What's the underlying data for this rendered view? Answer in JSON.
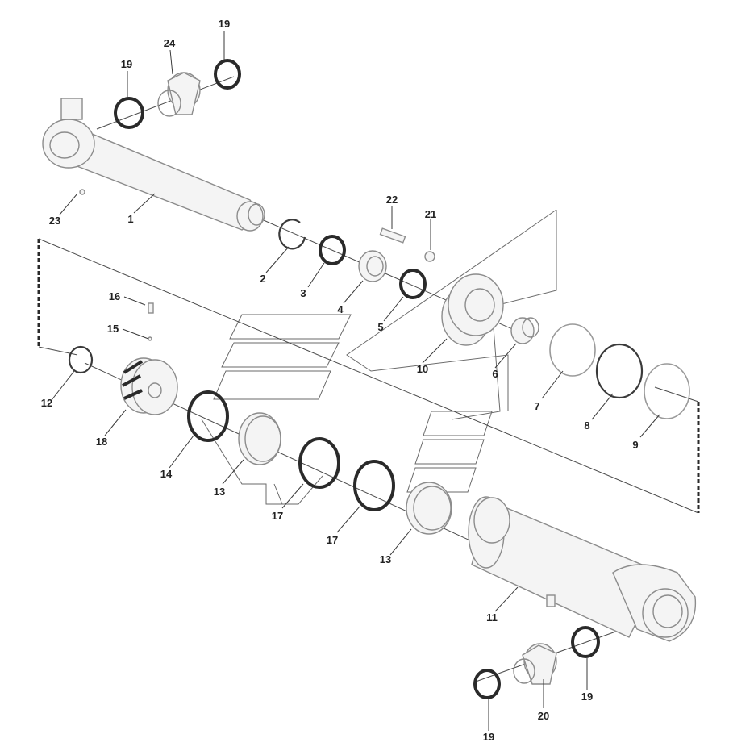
{
  "diagram": {
    "callouts": {
      "c1": "1",
      "c2": "2",
      "c3": "3",
      "c4": "4",
      "c5": "5",
      "c6": "6",
      "c7": "7",
      "c8": "8",
      "c9": "9",
      "c10": "10",
      "c11": "11",
      "c12": "12",
      "c13a": "13",
      "c13b": "13",
      "c14": "14",
      "c15": "15",
      "c16": "16",
      "c17a": "17",
      "c17b": "17",
      "c18": "18",
      "c19a": "19",
      "c19b": "19",
      "c19c": "19",
      "c19d": "19",
      "c20": "20",
      "c21": "21",
      "c22": "22",
      "c23": "23",
      "c24": "24"
    }
  }
}
